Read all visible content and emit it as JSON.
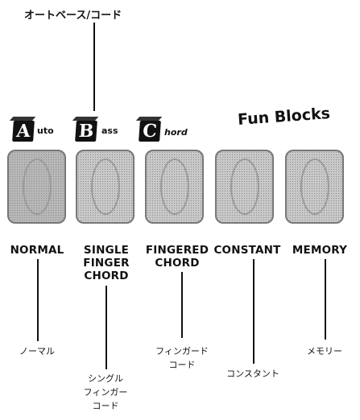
{
  "top_label": "オートベース/コード",
  "header": {
    "auto": {
      "letter": "A",
      "rest": "uto"
    },
    "bass": {
      "letter": "B",
      "rest": "ass"
    },
    "chord": {
      "letter": "C",
      "rest": "hord"
    },
    "fun_blocks": "Fun Blocks"
  },
  "buttons": [
    {
      "label_lines": [
        "NORMAL"
      ],
      "jp_lines": [
        "ノーマル"
      ]
    },
    {
      "label_lines": [
        "SINGLE",
        "FINGER",
        "CHORD"
      ],
      "jp_lines": [
        "シングル",
        "フィンガー",
        "コード"
      ]
    },
    {
      "label_lines": [
        "FINGERED",
        "CHORD"
      ],
      "jp_lines": [
        "フィンガード",
        "コード"
      ]
    },
    {
      "label_lines": [
        "CONSTANT"
      ],
      "jp_lines": [
        "コンスタント"
      ]
    },
    {
      "label_lines": [
        "MEMORY"
      ],
      "jp_lines": [
        "メモリー"
      ]
    }
  ]
}
